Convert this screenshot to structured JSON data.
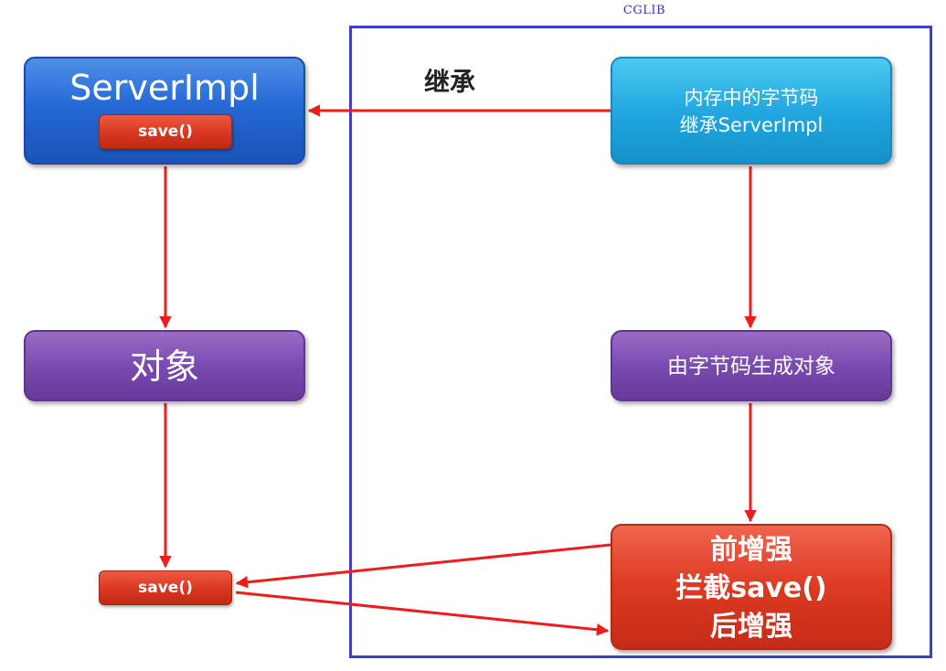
{
  "frame_label": "CGLIB",
  "server_impl": {
    "title": "ServerImpl",
    "method": "save()"
  },
  "bytecode": {
    "line1": "内存中的字节码",
    "line2": "继承ServerImpl"
  },
  "inherit_label": "继承",
  "object_label": "对象",
  "generate_label": "由字节码生成对象",
  "call_save": "save()",
  "enhance": {
    "line1": "前增强",
    "line2": "拦截save()",
    "line3": "后增强"
  },
  "colors": {
    "frame": "#3a3fd0",
    "arrow": "#ee1c1c",
    "blue_box": "#2569d6",
    "cyan_box": "#22a8e0",
    "purple_box": "#7a4bb0",
    "red_box": "#dd3a22"
  }
}
